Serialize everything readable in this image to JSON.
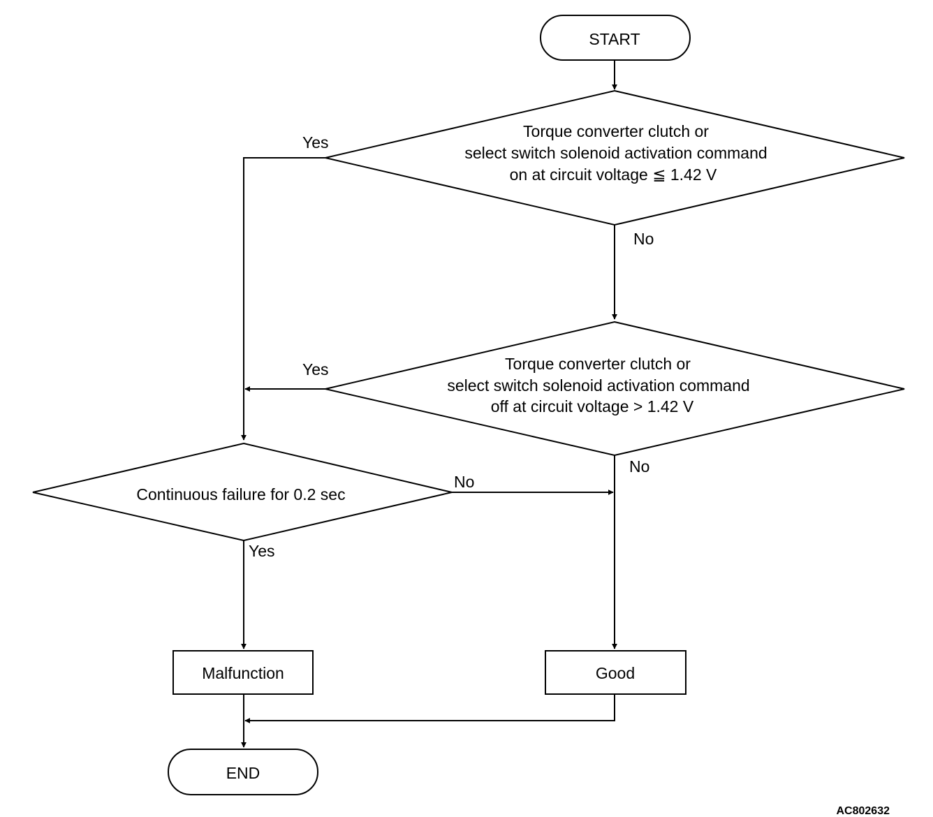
{
  "terminals": {
    "start": "START",
    "end": "END"
  },
  "decisions": {
    "d1": {
      "line1": "Torque converter clutch or",
      "line2": "select switch solenoid activation command",
      "line3": "on at circuit voltage ≦ 1.42 V"
    },
    "d2": {
      "line1": "Torque converter clutch or",
      "line2": "select switch solenoid activation command",
      "line3": "off at circuit voltage > 1.42 V"
    },
    "d3": {
      "line1": "Continuous failure for 0.2 sec"
    }
  },
  "processes": {
    "malfunction": "Malfunction",
    "good": "Good"
  },
  "branch_labels": {
    "d1_yes": "Yes",
    "d1_no": "No",
    "d2_yes": "Yes",
    "d2_no": "No",
    "d3_no": "No",
    "d3_yes": "Yes"
  },
  "figure_code": "AC802632"
}
